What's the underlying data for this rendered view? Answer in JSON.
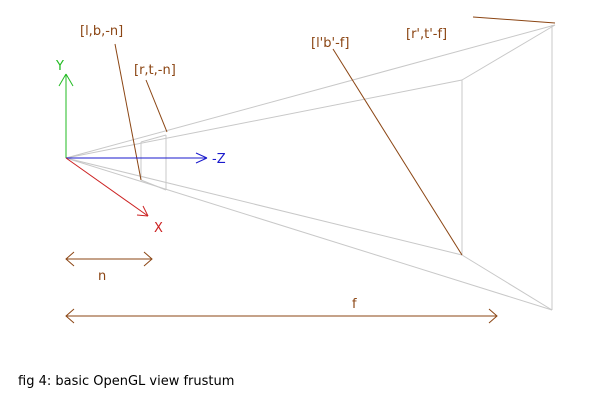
{
  "colors": {
    "frustum": "#c8c8c8",
    "label": "#8b4513",
    "y_axis": "#22bb22",
    "z_axis": "#1a1acc",
    "x_axis": "#cc2222",
    "caption": "#000000"
  },
  "labels": {
    "near_bottom_left": "[l,b,-n]",
    "near_top_right": "[r,t,-n]",
    "far_bottom_left": "[l'b'-f]",
    "far_top_right": "[r',t'-f]",
    "near_distance": "n",
    "far_distance": "f"
  },
  "axes": {
    "y": "Y",
    "z": "-Z",
    "x": "X"
  },
  "caption": "fig 4: basic OpenGL view frustum"
}
